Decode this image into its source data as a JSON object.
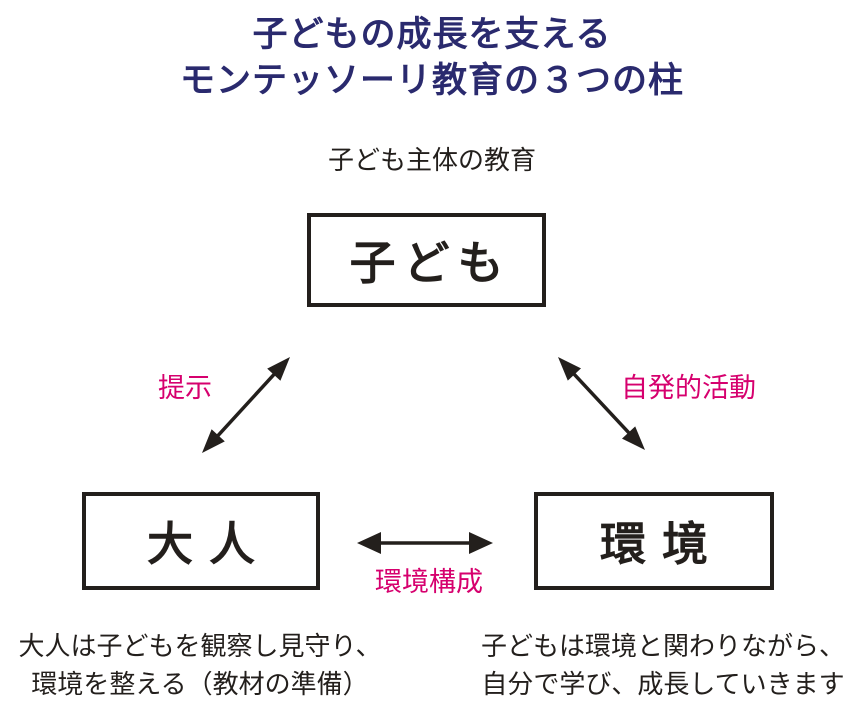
{
  "title": {
    "line1": "子どもの成長を支える",
    "line2": "モンテッソーリ教育の３つの柱"
  },
  "caption": "子ども主体の教育",
  "nodes": {
    "child": "子ども",
    "adult": "大人",
    "environment": "環境"
  },
  "relations": {
    "presentation": "提示",
    "spontaneous_activity": "自発的活動",
    "environment_composition": "環境構成"
  },
  "notes": {
    "adult": {
      "line1": "大人は子どもを観察し見守り、",
      "line2": "環境を整える（教材の準備）"
    },
    "environment": {
      "line1": "子どもは環境と関わりながら、",
      "line2": "自分で学び、成長していきます"
    }
  },
  "colors": {
    "title-color": "#2a2a6e",
    "accent": "#d6006e",
    "ink": "#231f1c",
    "background": "#ffffff"
  }
}
